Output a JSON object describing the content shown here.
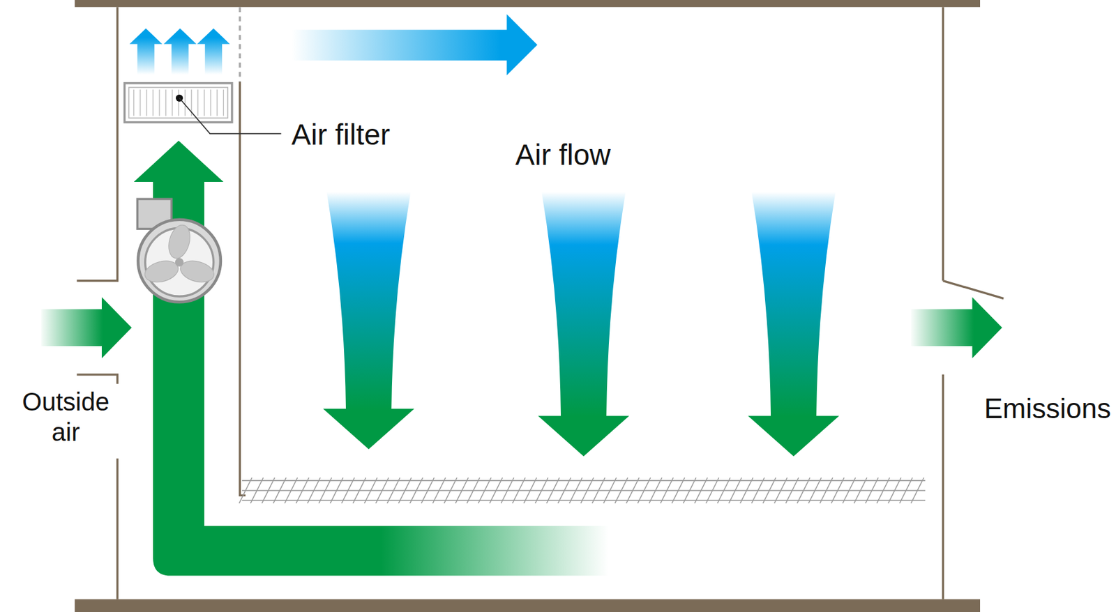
{
  "diagram": {
    "labels": [
      "Air filter",
      "Air flow",
      "Outside air",
      "Emissions"
    ]
  }
}
